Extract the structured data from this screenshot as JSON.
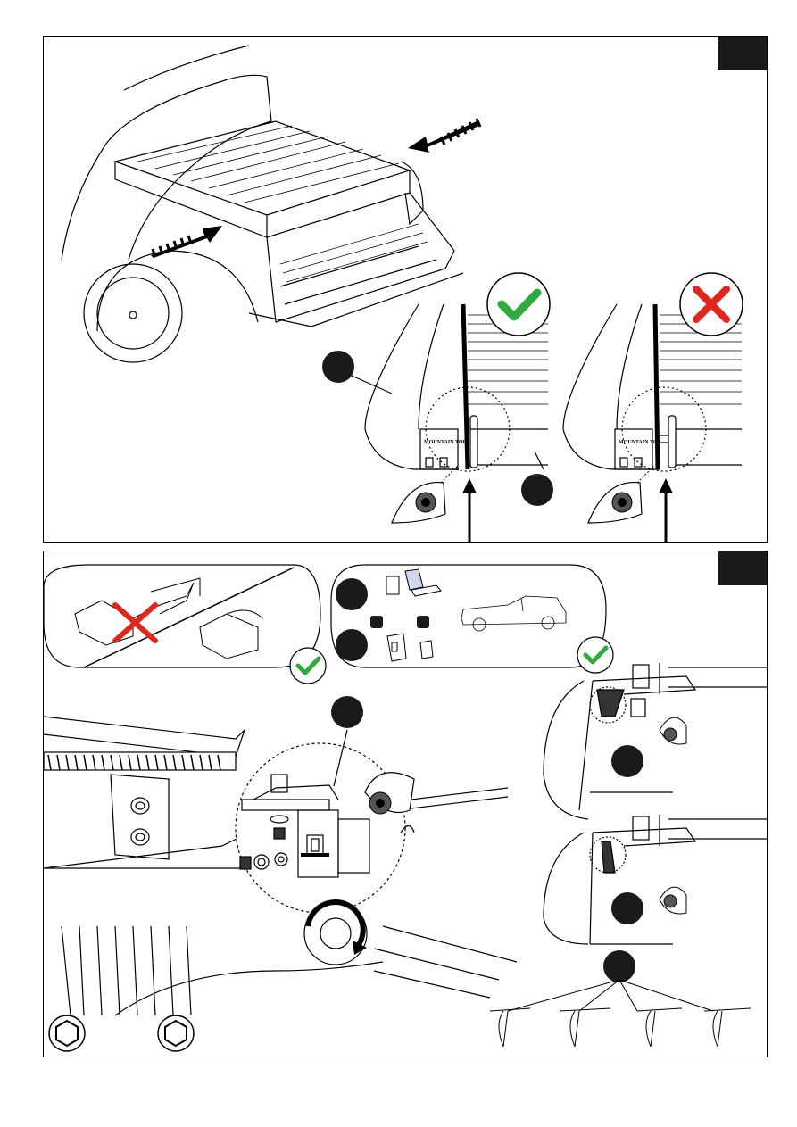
{
  "panel_top": {
    "step_number": "",
    "check_status": "correct",
    "cross_status": "incorrect",
    "brand_label_left": "MOUNTAIN TOP",
    "brand_label_right": "MOUNTAIN TOP"
  },
  "panel_bottom": {
    "step_number": "",
    "check_status": "correct"
  },
  "icons": {
    "check": "check-icon",
    "cross": "cross-icon",
    "eye": "eye-icon",
    "arrow": "arrow-icon",
    "hex": "hex-key-icon",
    "laptop": "laptop-icon",
    "truck": "pickup-truck-icon"
  },
  "colors": {
    "check_green": "#2eab3c",
    "cross_red": "#e0261d",
    "tab_dark": "#1a1a1a"
  }
}
